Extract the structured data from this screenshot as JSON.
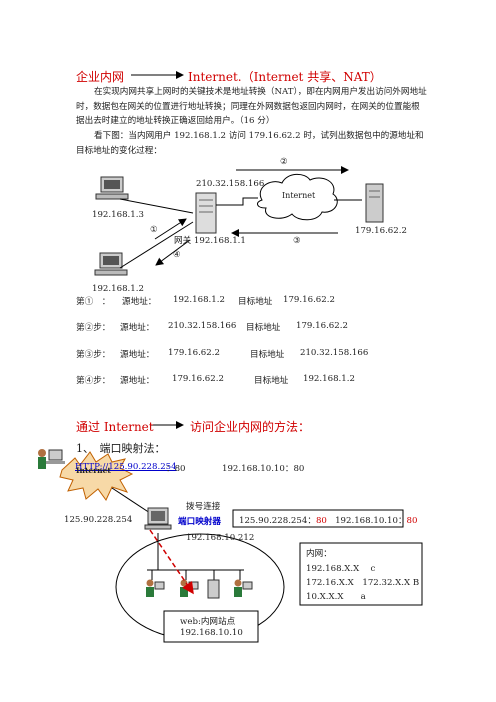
{
  "title": {
    "left": "企业内网",
    "right": "Internet.（Internet 共享、NAT）"
  },
  "intro": "在实现内网共享上网时的关键技术是地址转换（NAT），即在内网用户发出访问外网地址时，数据包在网关的位置进行地址转换；同理在外网数据包返回内网时，在网关的位置能根据出去时建立的地址转换正确返回给用户。（16 分）",
  "question": "看下图：当内网用户 192.168.1.2 访问 179.16.62.2 时，试列出数据包中的源地址和目标地址的变化过程：",
  "nat_diagram": {
    "gateway_outer_ip": "210.32.158.166",
    "gateway_label": "网关 192.168.1.1",
    "host1_ip": "192.168.1.3",
    "host2_ip": "192.168.1.2",
    "server_ip": "179.16.62.2",
    "cloud_label": "Internet",
    "step_marks": [
      "①",
      "②",
      "③",
      "④"
    ]
  },
  "steps": [
    {
      "label": "第①　：",
      "src_label": "源地址：",
      "src": "192.168.1.2",
      "dst_label": "目标地址",
      "dst": "179.16.62.2"
    },
    {
      "label": "第②步：",
      "src_label": "源地址：",
      "src": "210.32.158.166",
      "dst_label": "目标地址",
      "dst": "179.16.62.2"
    },
    {
      "label": "第③步：",
      "src_label": "源地址：",
      "src": "179.16.62.2",
      "dst_label": "目标地址",
      "dst": "210.32.158.166"
    },
    {
      "label": "第④步：",
      "src_label": "源地址：",
      "src": "179.16.62.2",
      "dst_label": "目标地址",
      "dst": "192.168.1.2"
    }
  ],
  "section2": {
    "left": "通过 Internet",
    "right": "访问企业内网的方法："
  },
  "sub1": "1、　端口映射法：",
  "map_diagram": {
    "url": "HTTP://125.90.228.254",
    "url_port": "：80",
    "inner_target": "192.168.10.10：80",
    "burst_label": "Internet",
    "dial_label": "拨号连接",
    "mapper_label": "端口映射器",
    "public_ip": "125.90.228.254",
    "map_box": {
      "a": "125.90.228.254：",
      "a_port": "80",
      "b": "192.168.10.10：",
      "b_port": "80"
    },
    "mapper_lan_ip": "192.168.10.212",
    "lan_box": {
      "title": "内网：",
      "l1": "192.168.X.X　 c",
      "l2": "172.16.X.X　172.32.X.X B",
      "l3": "10.X.X.X　　a"
    },
    "web_box": {
      "l1": "web:内网站点",
      "l2": "192.168.10.10"
    }
  }
}
